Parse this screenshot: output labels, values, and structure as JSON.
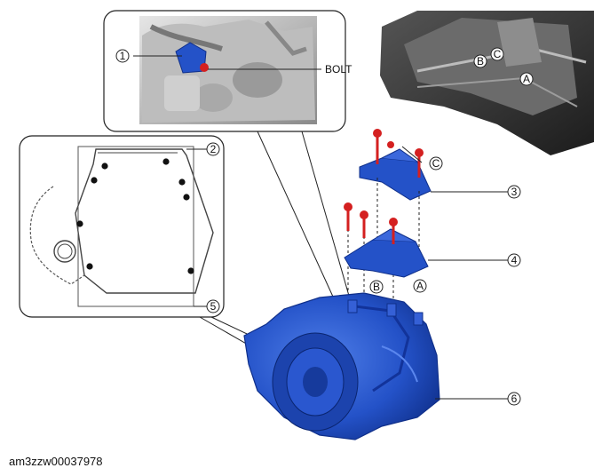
{
  "figure_code": "am3zzw00037978",
  "labels": {
    "callout_1": "1",
    "callout_2": "2",
    "callout_3": "3",
    "callout_4": "4",
    "callout_5": "5",
    "callout_6": "6",
    "bolt": "BOLT",
    "point_a": "A",
    "point_b": "B",
    "point_c": "C"
  },
  "colors": {
    "transmission_blue": "#2452c8",
    "bolt_red": "#d42020",
    "frame_dark": "#3a3a3a",
    "line": "#222222"
  }
}
